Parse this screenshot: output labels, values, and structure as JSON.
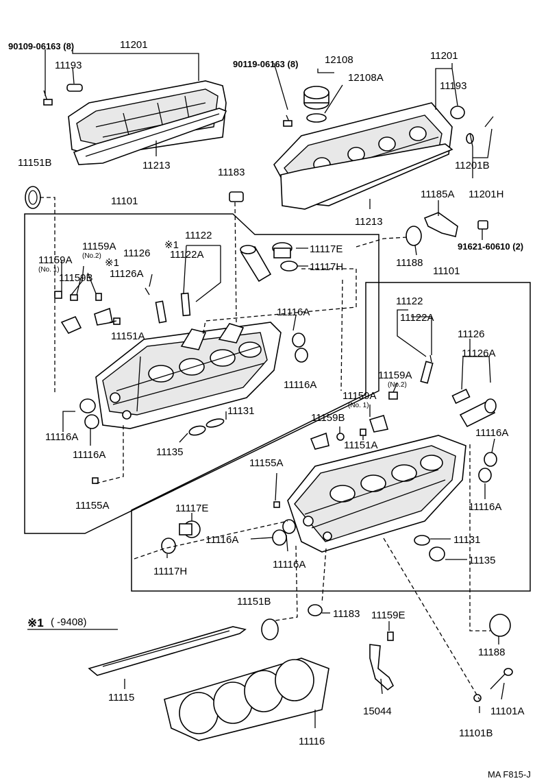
{
  "labels": {
    "l90109": "90109-06163 (8)",
    "l11201a": "11201",
    "l11193a": "11193",
    "l11213a": "11213",
    "l11151b_a": "11151B",
    "l11183a": "11183",
    "l11101a": "11101",
    "l11159a_no1_a": "11159A",
    "l11159a_no1_sub_a": "(No. 1)",
    "l11159a_no2_a": "11159A",
    "l11159a_no2_sub_a": "(No.2)",
    "l11126a": "11126",
    "l11126a_a": "11126A",
    "l11122a": "11122",
    "l11122a_a": "11122A",
    "l11159b_a": "11159B",
    "l11151a_a": "11151A",
    "l11117e_a": "11117E",
    "l11117h_a": "11117H",
    "l11116a_1": "11116A",
    "l11116a_2": "11116A",
    "l11116a_3": "11116A",
    "l11116a_4": "11116A",
    "l11131a": "11131",
    "l11135a": "11135",
    "l11155a_a": "11155A",
    "l90119": "90119-06163 (8)",
    "l12108": "12108",
    "l12108a": "12108A",
    "l11201b": "11201",
    "l11193b": "11193",
    "l11201b_b": "11201B",
    "l11185a": "11185A",
    "l11201h": "11201H",
    "l11213b": "11213",
    "l91621": "91621-60610 (2)",
    "l11188a": "11188",
    "l11101b": "11101",
    "l11122b": "11122",
    "l11122a_b": "11122A",
    "l11126b": "11126",
    "l11126a_b": "11126A",
    "l11159a_no2_b": "11159A",
    "l11159a_no2_sub_b": "(No.2)",
    "l11159a_no1_b": "11159A",
    "l11159a_no1_sub_b": "(No. 1)",
    "l11159b_b": "11159B",
    "l11151a_b": "11151A",
    "l11116a_5": "11116A",
    "l11116a_6": "11116A",
    "l11155a_b": "11155A",
    "l11117e_b": "11117E",
    "l11116a_7": "11116A",
    "l11116a_8": "11116A",
    "l11117h_b": "11117H",
    "l11131b": "11131",
    "l11135b": "11135",
    "l11151b_b": "11151B",
    "l11183b": "11183",
    "l11159e": "11159E",
    "l11188b": "11188",
    "l11115": "11115",
    "l15044": "15044",
    "l11116": "11116",
    "l11101a_part": "11101A",
    "l11101b_part": "11101B",
    "note_mark": "※1",
    "note_text": "(     -9408)",
    "star1a": "※1",
    "star1b": "※1",
    "footer_code": "MA F815-J"
  }
}
